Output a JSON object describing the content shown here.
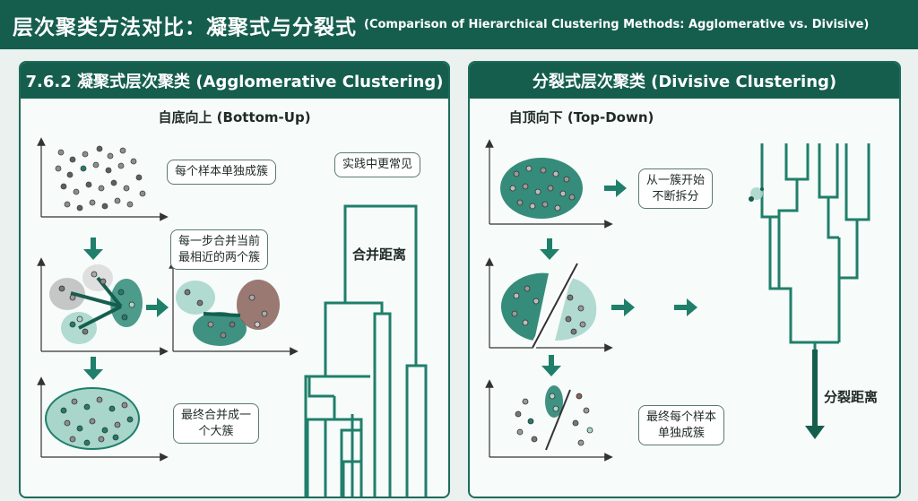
{
  "header": {
    "title": "层次聚类方法对比：凝聚式与分裂式",
    "subtitle": "(Comparison of Hierarchical Clustering Methods: Agglomerative vs. Divisive)"
  },
  "left_panel": {
    "title": "7.6.2 凝聚式层次聚类 (Agglomerative Clustering)",
    "direction": "自底向上 (Bottom-Up)",
    "bubble_each_sample": "每个样本单独成簇",
    "bubble_merge_line1": "每一步合并当前",
    "bubble_merge_line2": "最相近的两个簇",
    "bubble_practice": "实践中更常见",
    "bubble_final_line1": "最终合并成一",
    "bubble_final_line2": "个大簇",
    "axis_label": "合并距离"
  },
  "right_panel": {
    "title": "分裂式层次聚类 (Divisive Clustering)",
    "direction": "自顶向下 (Top-Down)",
    "bubble_split_line1": "从一簇开始",
    "bubble_split_line2": "不断拆分",
    "bubble_final_line1": "最终每个样本",
    "bubble_final_line2": "单独成簇",
    "axis_label": "分裂距离"
  },
  "colors": {
    "primary": "#155e4e",
    "teal": "#1f7f6b",
    "light_teal": "#a9d6cb",
    "grey_cluster": "#bcbcbc",
    "brown_cluster": "#8a625a"
  }
}
